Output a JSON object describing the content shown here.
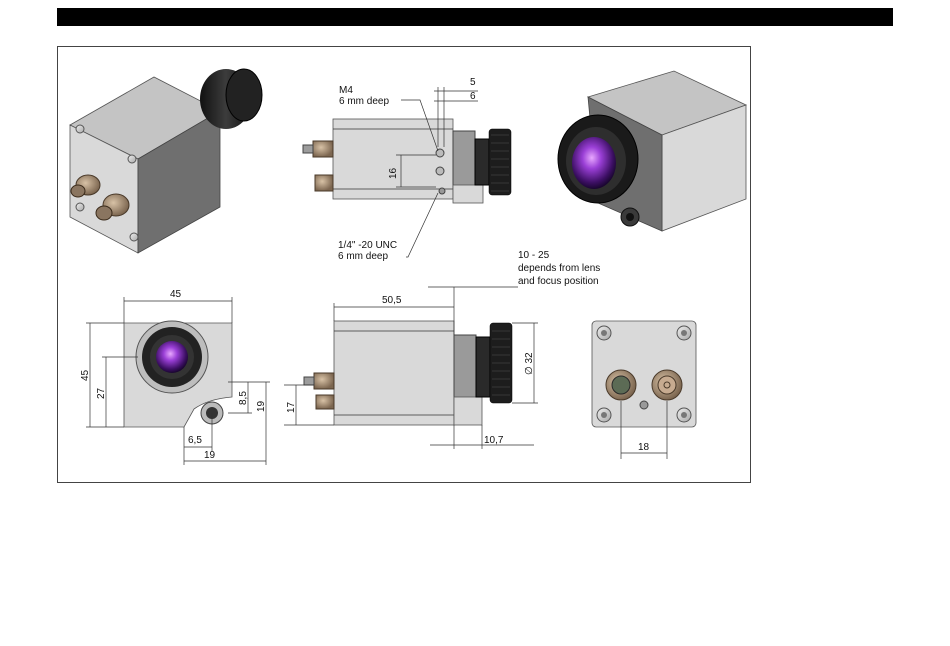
{
  "labels": {
    "m4": "M4",
    "m4_depth": "6 mm deep",
    "unc": "1/4\" -20 UNC",
    "unc_depth": "6 mm deep",
    "lens_range": "10 - 25",
    "lens_note1": "depends from lens",
    "lens_note2": "and focus position"
  },
  "dimensions": {
    "d5": "5",
    "d6": "6",
    "d16": "16",
    "d45_w": "45",
    "d45_h": "45",
    "d27": "27",
    "d8_5": "8,5",
    "d19_v": "19",
    "d6_5": "6,5",
    "d19_h": "19",
    "d50_5": "50,5",
    "d17": "17",
    "d32": "∅ 32",
    "d10_7": "10,7",
    "d18": "18"
  },
  "colors": {
    "lens_violet": "#7a2fb0",
    "housing": "#d2d2d2",
    "lens_black": "#1d1d1d"
  }
}
